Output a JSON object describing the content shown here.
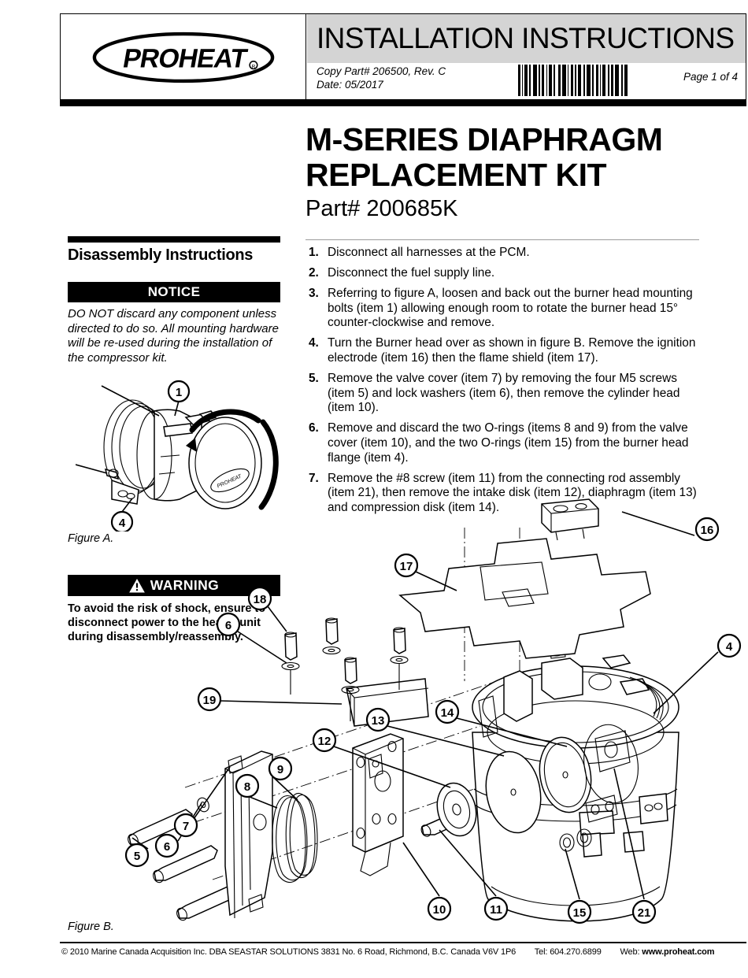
{
  "header": {
    "logo_text": "PROHEAT",
    "logo_mark": "registered-trademark",
    "title": "INSTALLATION INSTRUCTIONS",
    "copy_part": "Copy Part# 206500, Rev. C",
    "date": "Date: 05/2017",
    "page": "Page 1 of 4",
    "barcode_name": "barcode"
  },
  "title_block": {
    "line1": "M-SERIES DIAPHRAGM",
    "line2": "REPLACEMENT KIT",
    "part_number": "Part# 200685K"
  },
  "left_column": {
    "section_heading": "Disassembly Instructions",
    "notice": {
      "label": "NOTICE",
      "body": "DO NOT discard any component unless directed to do so. All mounting hardware will be re-used during the installation of the compressor kit."
    },
    "warning": {
      "label": "WARNING",
      "body": "To avoid the risk of shock, ensure to disconnect power to the heater unit during disassembly/reassembly."
    },
    "figure_a_label": "Figure A."
  },
  "steps": [
    {
      "num": "1.",
      "text": "Disconnect all harnesses at the PCM."
    },
    {
      "num": "2.",
      "text": "Disconnect the fuel supply line."
    },
    {
      "num": "3.",
      "text": "Referring to figure A, loosen and back out the burner head mounting bolts (item 1) allowing enough room to rotate the burner head 15° counter-clockwise and remove."
    },
    {
      "num": "4.",
      "text": "Turn the Burner head over as shown in figure B. Remove the ignition electrode (item 16) then the flame shield (item 17)."
    },
    {
      "num": "5.",
      "text": "Remove the valve cover (item 7) by removing the four M5 screws (item 5) and lock washers (item 6), then remove the cylinder head (item 10)."
    },
    {
      "num": "6.",
      "text": "Remove and discard the two O-rings (items 8 and 9) from the valve cover (item 10), and the two O-rings (item 15) from the burner head flange (item 4)."
    },
    {
      "num": "7.",
      "text": "Remove the #8 screw (item 11) from the connecting rod assembly (item 21), then remove the intake disk (item 12), diaphragm (item 13) and compression disk (item 14)."
    }
  ],
  "figure_a": {
    "label": "Figure A.",
    "callouts": [
      "1",
      "4"
    ]
  },
  "figure_b": {
    "label": "Figure B.",
    "callouts": [
      "16",
      "17",
      "18",
      "6",
      "19",
      "4",
      "14",
      "13",
      "12",
      "9",
      "8",
      "7",
      "6",
      "5",
      "10",
      "11",
      "15",
      "21"
    ]
  },
  "footer": {
    "copyright": "© 2010 Marine Canada Acquisition Inc. DBA SEASTAR SOLUTIONS  3831 No. 6 Road, Richmond, B.C. Canada V6V 1P6",
    "tel": "Tel: 604.270.6899",
    "web_label": "Web: ",
    "web_value": "www.proheat.com"
  },
  "colors": {
    "title_band": "#d4d4d4",
    "rule": "#000000",
    "thin_rule": "#9b9b9b"
  }
}
